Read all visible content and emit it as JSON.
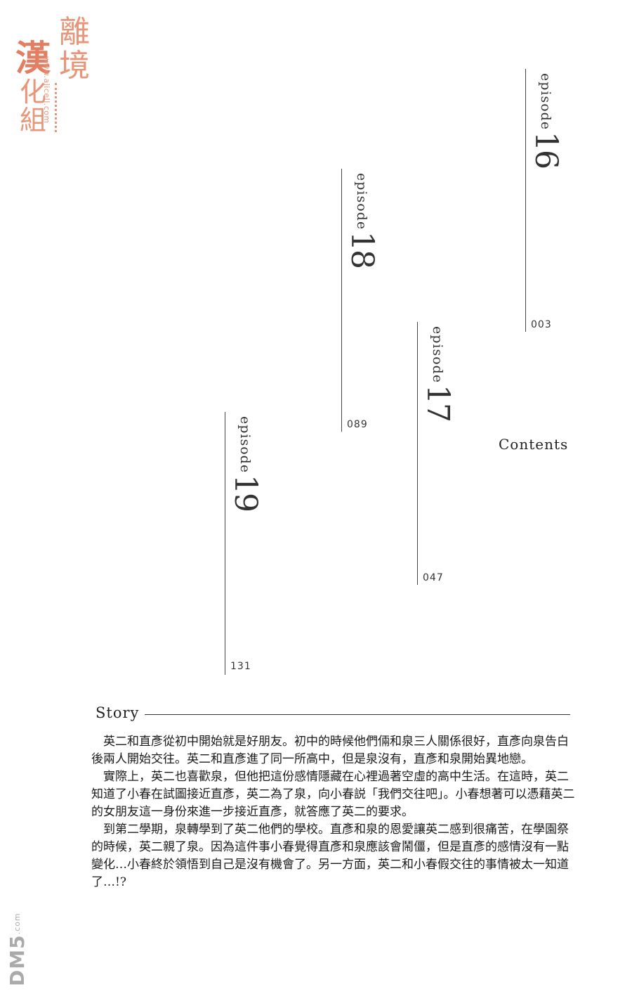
{
  "logo": {
    "chars": [
      "離",
      "境",
      "漢",
      "化",
      "組"
    ],
    "url": "www.alicell.com"
  },
  "episodes": [
    {
      "word": "episode",
      "number": "16",
      "page": "003"
    },
    {
      "word": "episode",
      "number": "17",
      "page": "047"
    },
    {
      "word": "episode",
      "number": "18",
      "page": "089"
    },
    {
      "word": "episode",
      "number": "19",
      "page": "131"
    }
  ],
  "contents_label": "Contents",
  "story": {
    "heading": "Story",
    "paragraphs": [
      "英二和直彥從初中開始就是好朋友。初中的時候他們倆和泉三人關係很好，直彥向泉告白後兩人開始交往。英二和直彥進了同一所高中，但是泉沒有，直彥和泉開始異地戀。",
      "實際上，英二也喜歡泉，但他把這份感情隱藏在心裡過著空虛的高中生活。在這時，英二知道了小春在試圖接近直彥，英二為了泉，向小春説「我們交往吧」。小春想著可以憑藉英二的女朋友這一身份來進一步接近直彥，就答應了英二的要求。",
      "到第二學期，泉轉學到了英二他們的學校。直彥和泉的恩愛讓英二感到很痛苦，在學園祭的時候，英二親了泉。因為這件事小春覺得直彥和泉應該會鬧僵，但是直彥的感情沒有一點變化…小春終於領悟到自己是沒有機會了。另一方面，英二和小春假交往的事情被太一知道了…!?"
    ]
  },
  "watermark": {
    "main": "DM5",
    "sub": ".com"
  }
}
